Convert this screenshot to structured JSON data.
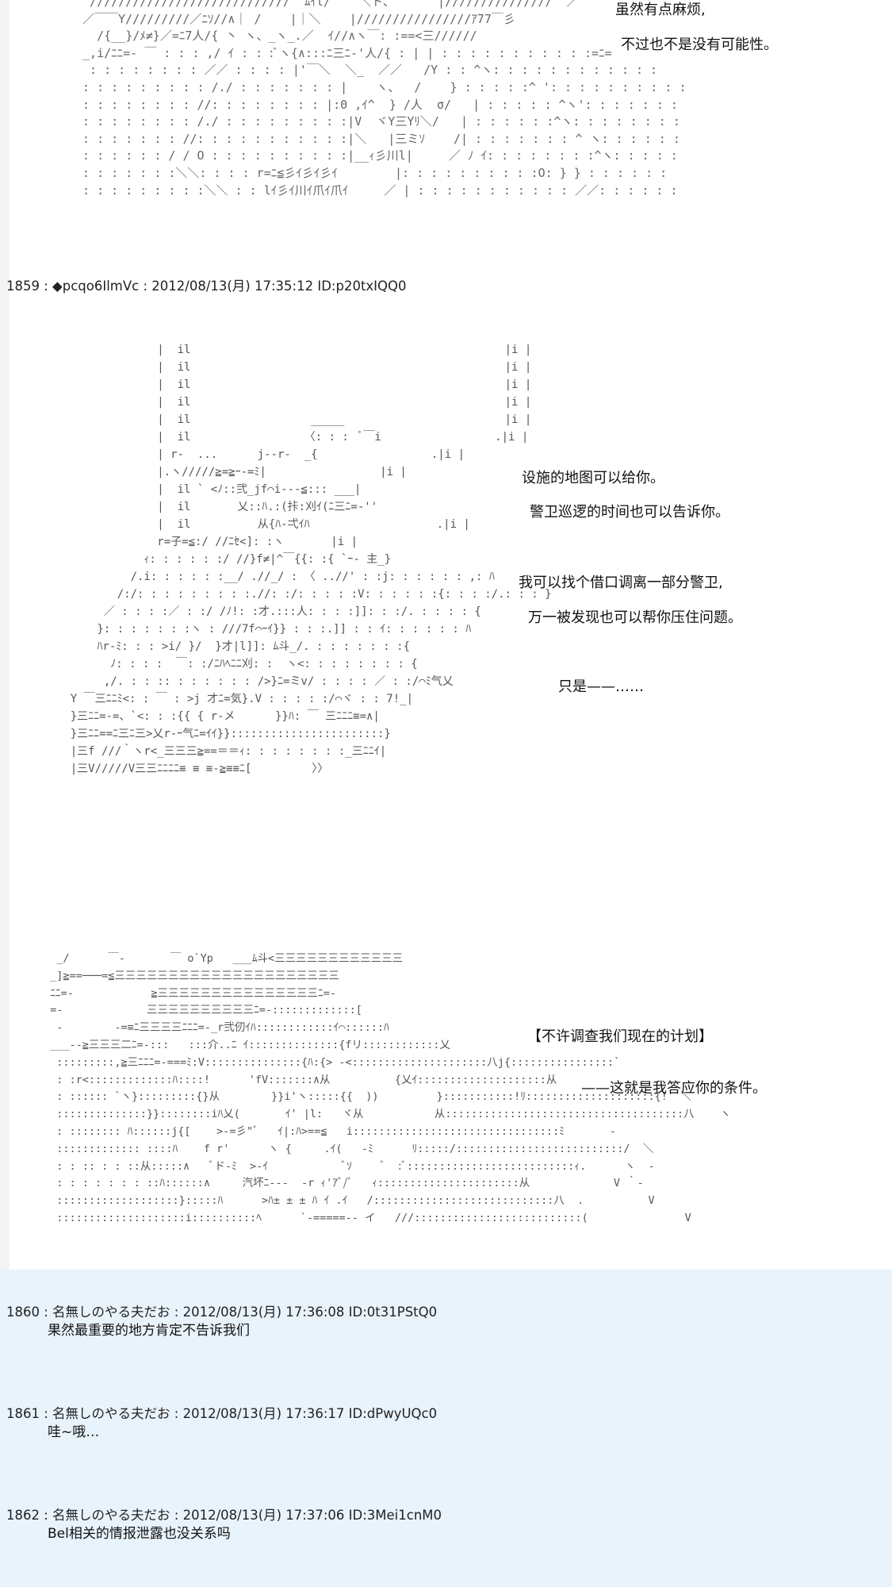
{
  "ascii_art": {
    "scene1": "  ////////////////////////////  ﾑｲl/    ＼ト、      |///////////////  ／\n ／￣￣Y/////////／ﾆｿ//∧｜ /    |｜＼    |////////////////ｱ77￣彡\n   /{__}/ﾒ≠}／=ﾆ7人/{ 丶 ヽ、_ヽ_.／  ｲ//∧ヽ￣: :==<三////// \n _,i/ﾆﾆ=- ￣ : : : ,/ ｲ : : :ﾞヽ{∧:::ﾆ三ﾆ‐'人/{ : | | : : : : : : : : : : :=ﾆ=\n  : : : : : : : : ／／ : : : : |'￣＼  ＼_  ／／   /Y : : ^ヽ: : : : : : : : : : : :\n : : : : : : : : : /./ : : : : : : : |    ヽ、  /    } : : : : :^ ': : : : : : : : : :\n : : : : : : : : //: : : : : : : : |:0 ,ｲ^  } /人  σ/   | : : : : : ^ヽ': : : : : : :\n : : : : : : : : /./ : : : : : : : : :|V  ヾY三Yﾘ＼/   | : : : : : :^ヽ: : : : : : : :\n : : : : : : : //: : : : : : : : : : :|＼   |三ミｿ    /| : : : : : : : ^ ヽ: : : : : :\n : : : : : : / / O : : : : : : : : : :|__ｨ彡川l|     ／ ﾉ ｲ: : : : : : : :^ヽ: : : : :\n : : : : : : :＼＼: : : : r=ﾆ≦彡ｲ彡ｲ彡ｲ        |: : : : : : : : : :O: } } : : : : : :\n : : : : : : : : :＼＼ : : lｲ彡ｲ川ｲ爪ｲ爪ｲ     ／ | : : : : : : : : : : : ／／: : : : : :",
    "scene2": "                 |  il                                               |i |\n                 |  il                                               |i |\n                 |  il                                               |i |\n                 |  il                                               |i |\n                 |  il                  _____                        |i |\n                 |  il                 〈: : :  ﾞ￣i                 .|i |\n                 | r‐  ...      j‐-r‐  _{                 .|i |\n                 |.ヽ/////≧=≧ｰ‐=ﾐ|                 |i |\n                 |  il ` <ﾉ::弐_jf⌒i‐-‐≦::: ___|\n                 |  il       乂::ﾊ.:(拤:刈ｲ(ﾆ三ﾆ=-''\n                 |  il          从{ﾊ‐弌ｲﾊ                   .|i |\n                 r=子=≦:/ //ﾆｾ<]: :ヽ       |i |\n               ｨ: : : : : :/ //}f≠|^￣{{: :{ `ｰ‐ 主_}\n             /.i: : : : : :__/ .//_/ : 〈 ..//' : :j: : : : : : ,: ﾊ\n           /:/: : : : : : : : :.//: :/: : : : :V: : : : : :{: : : :/.: : : }\n         ／ : : : :／ : :/ /ﾉ!: :才.:::人: : : :]]: : :/. : : : : {\n        }: : : : : : :ヽ : ///7f⌒ｰｲ}} : : :.]] : : ｲ: : : : : : ﾊ\n        ﾊr‐ﾐ: : : >i/ }/  }才|l]]: ﾑ斗_/. : : : : : : :{\n          ﾉ: : : :  ￣: :/ﾆﾊﾍﾆﾆ刈: :  ヽ<: : : : : : : : {\n         ,/. : : :: : : : : : : />}ﾆ=ミv/ : : : : ／ : :/⌒ﾐ气乂\n    Y ￣三ﾆﾆﾐ<: : ￣ : >j 才ﾆ=気}.V : : : : :/⌒ヾ : : 7!_|\n    }三ﾆﾆ=‐=、`<: : :{{ { r‐メ      }}ﾊ: ￣ 三ﾆﾆﾆ≡=∧|\n    }三ﾆﾆ==ﾆ三ﾆ三>乂r‐ｰ气ﾆ=ｲｲ}}:::::::::::::::::::::::}\n    |三f ///｀ヽr<_三三三≧==＝＝ｨ: : : : : : : :_三ﾆﾆｲ|\n    |三V/////V三三ﾆﾆﾆﾆ≡ ≡ ≡-≧≡≡ﾆ[         〉〉",
    "scene3": "  _/      ￣-       ￣ o`Yp   ___ﾑ斗<三三三三三三三三三三三三\n _]≧==───=≦三三三三三三三三三三三三三三三三三三三三三\n ﾆﾆ=-            ≧三三三三三三三三三三三三三三三ﾆ=-\n =-             三三三三三三三三三三ﾆ=-:::::::::::::[\n  -        ‐=≡ﾆ三三三三ﾆﾆﾆ=-_r弐仞ｲﾊ::::::::::::ｲ⌒::::::ﾊ\n ___--≧三三三二ﾆ=-:::   :::介..ﾆ ｲ::::::::::::::{fリ::::::::::::乂\n  :::::::::,≧三ﾆﾆﾆ=-===ﾐ:V:::::::::::::::{ﾊ:{> -<:::::::::::::::::::::八j{::::::::::::::::`\n  : :r<:::::::::::::ﾊ::::!      'fV:::::::∧从          {乂ｲ::::::::::::::::::::从\n  : :::::: `ヽ}:::::::::{}从        }}i'ヽ:::::{{  ))         }:::::::::::!ﾘ::::::::::::::::::::{!  ＼\n  ::::::::::::::}}::::::::iﾊ乂(       ｲ' |l:   ヾ从           从:::::::::::::::::::::::::::::::::::::八    ヽ\n  : :::::::: ﾊ::::::j{[    >‐=彡\"ﾞ   ｲ|:ﾊ>==≦   i::::::::::::::::::::::::::::::::ﾐ       -\n  ::::::::::::: ::::ﾊ    f r'      ヽ {     .ｲ(   ‐ﾐ      ﾘ:::::/::::::::::::::::::::::::::/  ＼\n  : : :: : : ::从:::::∧   ﾞド‐ﾐ  >‐ｲ            ﾞｿ     ﾞ  :ﾞ::::::::::::::::::::::::::ｨ.      ヽ  ‐\n  : : : : : : : ::ﾊ::::::∧     汽坏ﾆ‐‐‐  ‐r ｨ'ｱﾞ/ﾞ   ｨ::::::::::::::::::::::从             V ｀‐\n  :::::::::::::::::::}:::::ﾊ      >ﾊ± ± ± ﾊ ｲ .ｲ   /::::::::::::::::::::::::::::八  .          V\n  ::::::::::::::::::::i::::::::::ﾍ      `‐=====‐‐ イ   ///::::::::::::::::::::::::::(               V"
  },
  "speech": {
    "s1": "虽然有点麻烦,",
    "s2": "不过也不是没有可能性。",
    "s3": "设施的地图可以给你。",
    "s4": "警卫巡逻的时间也可以告诉你。",
    "s5": "我可以找个借口调离一部分警卫,",
    "s6": "万一被发现也可以帮你压住问题。",
    "s7": "只是——……",
    "s8": "【不许调查我们现在的计划】",
    "s9": "——这就是我答应你的条件。"
  },
  "posts": [
    {
      "header": "1859 : ◆pcqo6IlmVc : 2012/08/13(月) 17:35:12 ID:p20txIQQ0",
      "body": ""
    },
    {
      "header": "1860 : 名無しのやる夫だお : 2012/08/13(月) 17:36:08 ID:0t31PStQ0",
      "body": "果然最重要的地方肯定不告诉我们"
    },
    {
      "header": "1861 : 名無しのやる夫だお : 2012/08/13(月) 17:36:17 ID:dPwyUQc0",
      "body": "哇~哦…"
    },
    {
      "header": "1862 : 名無しのやる夫だお : 2012/08/13(月) 17:37:06 ID:3Mei1cnM0",
      "body": "Bel相关的情报泄露也没关系吗"
    }
  ],
  "colors": {
    "blue_background": "#e9f3fb",
    "art_gray": "#666666"
  }
}
